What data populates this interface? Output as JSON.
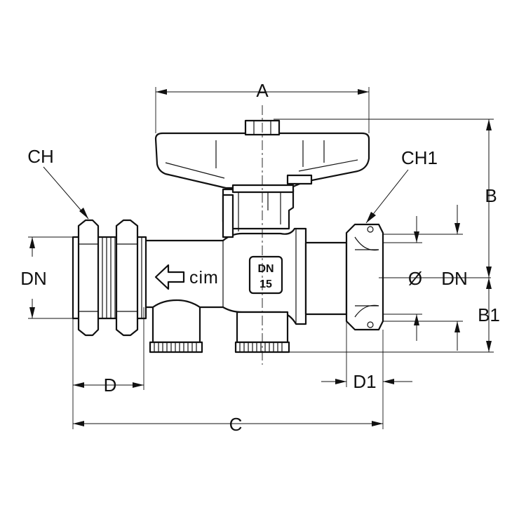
{
  "diagram": {
    "labels": {
      "A": "A",
      "B": "B",
      "B1": "B1",
      "C": "C",
      "D": "D",
      "D1": "D1",
      "CH": "CH",
      "CH1": "CH1",
      "DN_left": "DN",
      "DN_right": "DN",
      "diameter": "Ø"
    },
    "body_markings": {
      "brand": "cim",
      "badge_top": "DN",
      "badge_bottom": "15"
    },
    "colors": {
      "line": "#111111",
      "background": "#ffffff"
    }
  }
}
